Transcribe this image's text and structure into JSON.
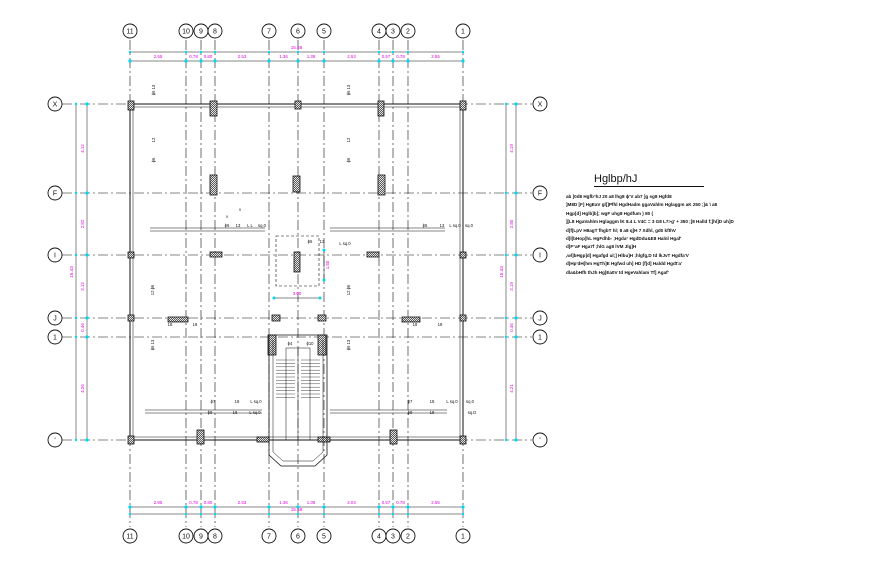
{
  "grid_top": {
    "bubbles": [
      "11",
      "10",
      "9",
      "8",
      "7",
      "6",
      "5",
      "4",
      "3",
      "2",
      "1"
    ],
    "overall": "15.58",
    "segments": [
      "2.55",
      "0.78",
      "0.80",
      "2.53",
      "1.36",
      "1.38",
      "2.53",
      "0.57",
      "0.78",
      "2.55"
    ]
  },
  "grid_bottom": {
    "bubbles": [
      "11",
      "10",
      "9",
      "8",
      "7",
      "6",
      "5",
      "4",
      "3",
      "2",
      "1"
    ],
    "overall": "15.58",
    "segments": [
      "2.95",
      "0.78",
      "0.80",
      "2.53",
      "1.36",
      "1.38",
      "2.04",
      "0.57",
      "0.78",
      "2.55"
    ]
  },
  "grid_left": {
    "bubbles": [
      "X",
      "F",
      "I",
      "J",
      "1",
      "'"
    ],
    "overall": "15.43",
    "segments": [
      "4.12",
      "2.82",
      "3.12",
      "0.46",
      "4.26"
    ]
  },
  "grid_right": {
    "bubbles": [
      "X",
      "F",
      "I",
      "J",
      "1",
      "'"
    ],
    "overall": "15.43",
    "segments": [
      "4.19",
      "2.80",
      "3.19",
      "0.46",
      "4.21"
    ]
  },
  "inner_dims": {
    "core_width": "3.00",
    "core_height": "1.50"
  },
  "plan_labels": {
    "beam_tags": [
      "ɸ6",
      "13",
      "\\",
      "L",
      "sq.0",
      "ɸ8",
      "12",
      "ɸ7",
      "18",
      "ɸ9",
      "ɸ4",
      "ɸ10",
      "ɸ5"
    ],
    "slab_tags": [
      "sq.D",
      "sq.0",
      "v"
    ]
  },
  "notes": {
    "title": "Hglbp/hJ",
    "lines": [
      "ab ]0d8 Hgfb°hJ  20   a8 lhg8 ɸ'V ab7 ]g  sg8 Hgfd8",
      "]M8D [F] HgEaV gl[]Pfhl HgdHadm ggaVahlm Hglaggm aK    250    ;]& \\  a8",
      "Hgp[d] Hglb]b]; wgF uhg8 Hgdfum )   80   (",
      "][L8 HgaVahlm Hglaggm lK   8.4  L  V4C =  3  G8   L7>g'   +      350    ;[8 Halld f;]hl]D uh]D",
      "d]f[LpV H8agT fhgbT hl;  8  a8 q]H  7   Xdhl, gd0 kfthV",
      "d]l[bHop]hL HgFdhb- ;Hgda° HgdDdu&E8 Halnl Hgaf'",
      "d]F°aF Hga7f ;hlG ag8 lVM Jlg]H",
      ",wl]bHgp]d] Hgafgd ul;] Hlbu]H ;hlgfg,D td lkJvT Hgdfa'V",
      "d]Hp'dH[hm HgTh]E Hgfwd uh] HD [f]d] Haldd Hgdt'a'",
      "dla&bHfh thJh Hg]Ea0V td HgeVahlam Tf] Agaf'"
    ]
  },
  "colors": {
    "line": "#111111",
    "dimension": "#e200e2",
    "cyan": "#00d8f0",
    "column_hatch": "#555555"
  }
}
